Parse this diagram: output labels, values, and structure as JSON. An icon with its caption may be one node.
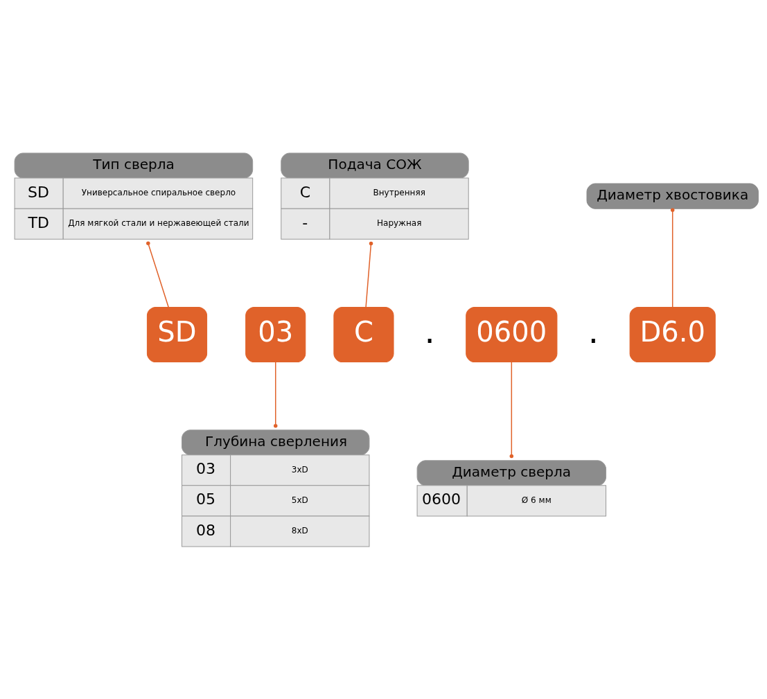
{
  "diagram": {
    "nodes": [
      {
        "text": [
          "Тип сверла",
          "SD",
          "Универсальное спиральное сверло",
          "TD",
          "Для мягкой стали и нержавеющей стали"
        ]
      },
      {
        "text": [
          "Подача СОЖ",
          "C",
          "Внутренняя",
          "-",
          "Наружная"
        ]
      },
      {
        "text": [
          "Диаметр хвостовика"
        ]
      },
      {
        "text": [
          "SD"
        ]
      },
      {
        "text": [
          "03"
        ]
      },
      {
        "text": [
          "C"
        ]
      },
      {
        "text": [
          "0600"
        ]
      },
      {
        "text": [
          "D6.0"
        ]
      },
      {
        "text": [
          "Глубина сверления",
          "03",
          "3xD",
          "05",
          "5xD",
          "08",
          "8xD"
        ]
      },
      {
        "text": [
          "Диаметр сверла",
          "0600",
          "Ø 6 мм"
        ]
      }
    ],
    "edges": [
      {
        "from": 0,
        "to": 3,
        "arrow": "other"
      },
      {
        "from": 1,
        "to": 5,
        "arrow": "other"
      },
      {
        "from": 2,
        "to": 7,
        "arrow": "other"
      },
      {
        "from": 8,
        "to": 4,
        "arrow": "other"
      },
      {
        "from": 9,
        "to": 6,
        "arrow": "other"
      }
    ],
    "labels": [
      ".",
      "."
    ]
  }
}
